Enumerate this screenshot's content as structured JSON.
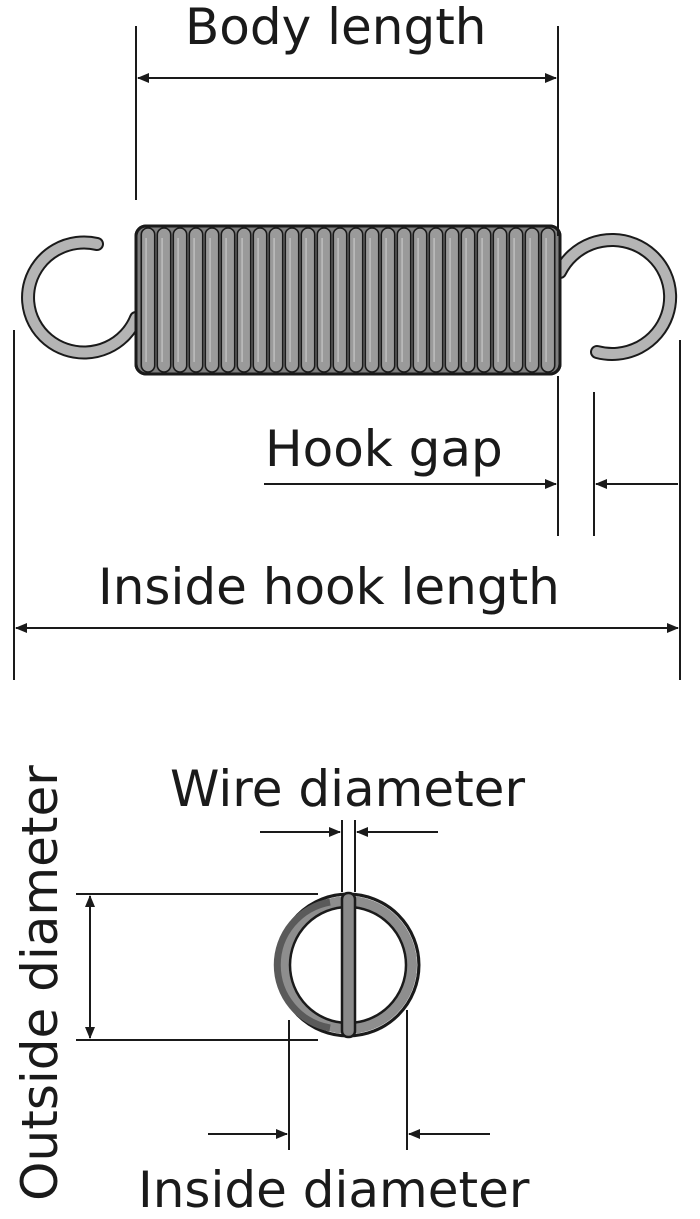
{
  "labels": {
    "body_length": "Body length",
    "hook_gap": "Hook gap",
    "inside_hook_length": "Inside hook length",
    "wire_diameter": "Wire diameter",
    "outside_diameter": "Outside diameter",
    "inside_diameter": "Inside diameter"
  },
  "colors": {
    "line": "#1a1a1a",
    "spring_fill": "#9a9a9a",
    "spring_dark": "#4a4a4a",
    "hook_fill": "#b4b4b4"
  },
  "spring": {
    "coil_count": 26
  }
}
